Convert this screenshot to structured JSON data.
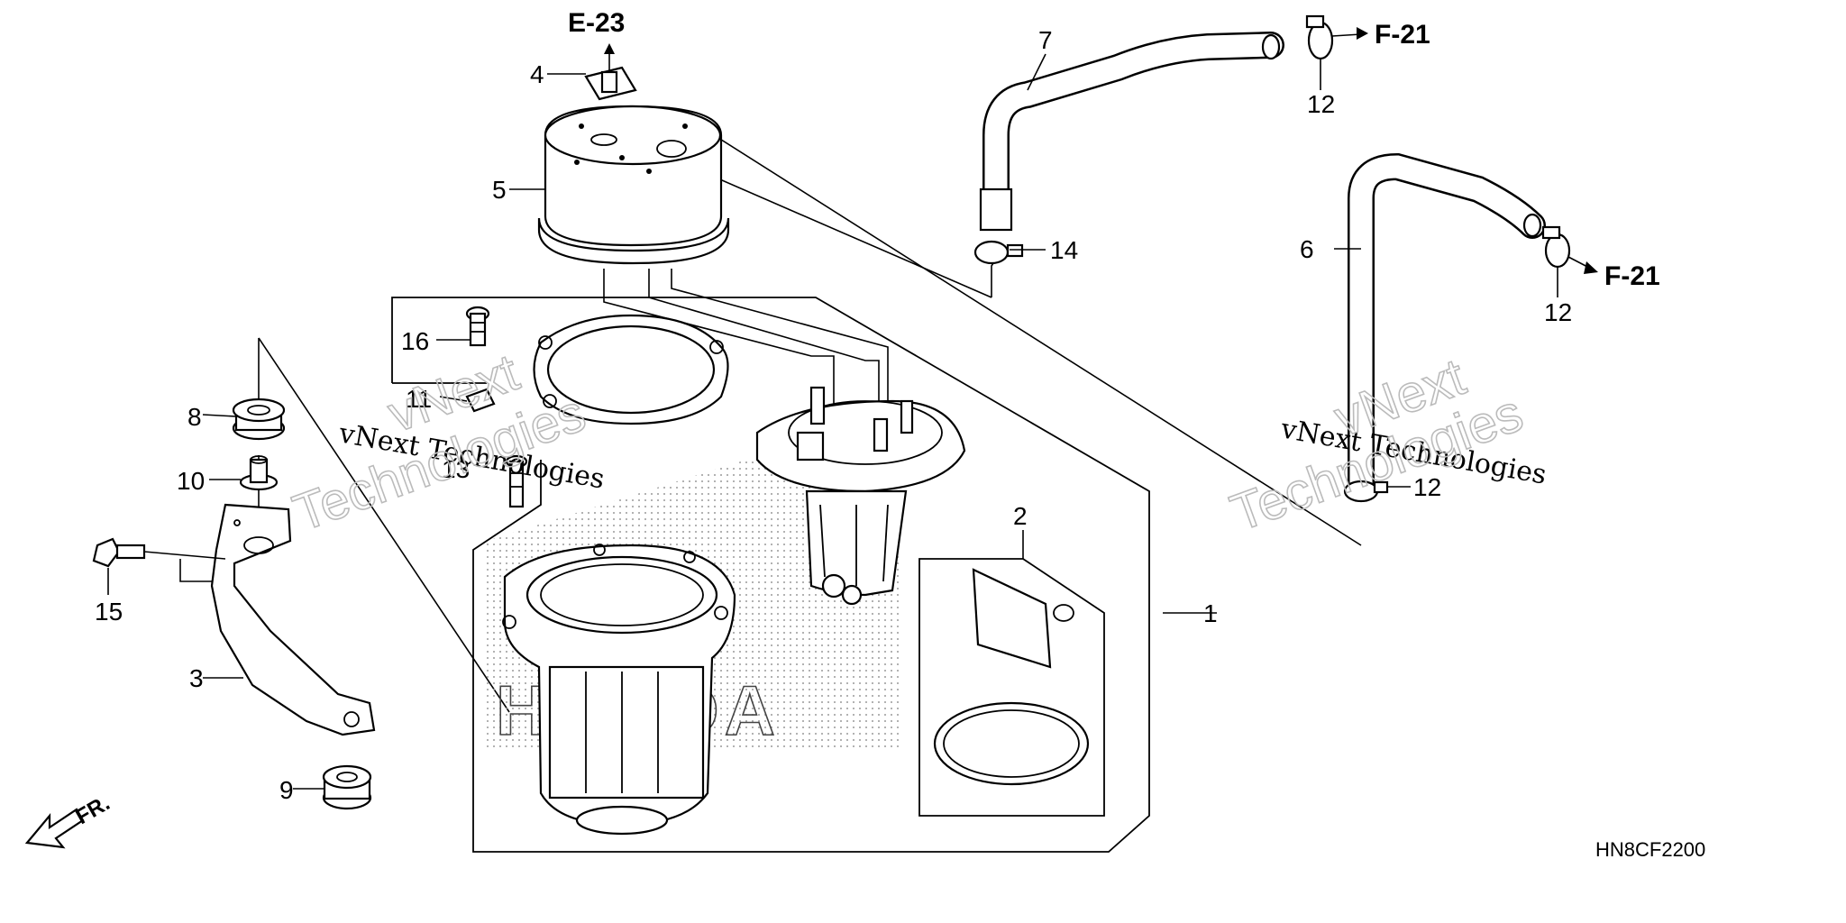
{
  "diagram": {
    "code": "HN8CF2200",
    "front_marker": "FR.",
    "brand_stamp": "HONDA",
    "watermark": {
      "line1": "vNext Technologies",
      "big_top": "vNext",
      "big_bottom": "Technologies"
    },
    "references": {
      "top_cap": "E-23",
      "hose_upper": "F-21",
      "hose_lower": "F-21"
    },
    "callouts": {
      "c1": "1",
      "c2": "2",
      "c3": "3",
      "c4": "4",
      "c5": "5",
      "c6": "6",
      "c7": "7",
      "c8": "8",
      "c9": "9",
      "c10": "10",
      "c11": "11",
      "c12a": "12",
      "c12b": "12",
      "c12c": "12",
      "c13": "13",
      "c14": "14",
      "c15": "15",
      "c16": "16"
    }
  }
}
